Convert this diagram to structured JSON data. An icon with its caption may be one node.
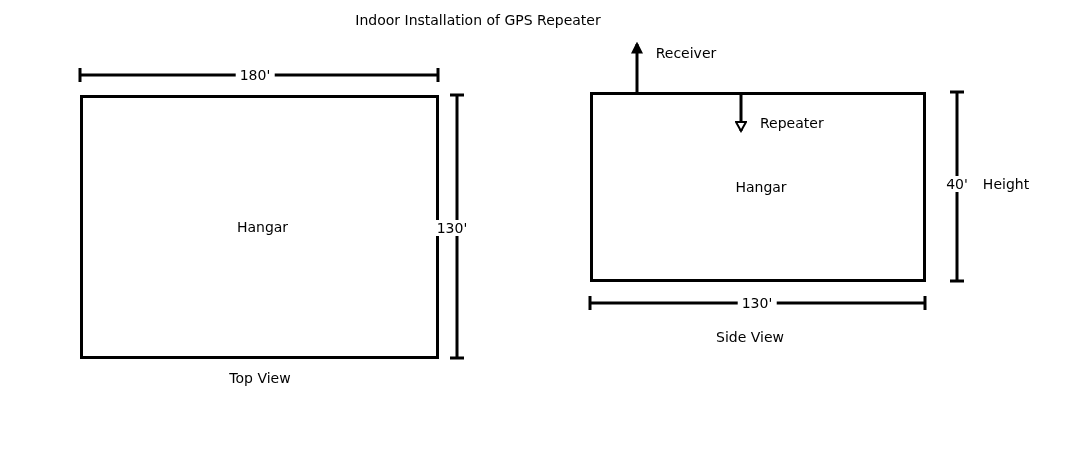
{
  "diagram": {
    "title": "Indoor Installation of GPS Repeater",
    "nodes": [
      {
        "text": [
          "Hangar"
        ],
        "beside": [
          "Top View"
        ]
      },
      {
        "text": [
          "Hangar"
        ],
        "beside": [
          "Side View"
        ]
      },
      {
        "text": [
          "Repeater"
        ],
        "in": 1
      }
    ],
    "edges": [
      {
        "from": 1,
        "to": null,
        "arrow": "to"
      },
      {
        "from": 1,
        "to": 2,
        "arrow": "to"
      }
    ],
    "labels": [
      "Receiver",
      "180'",
      "40'",
      "Height",
      "130'",
      "130'"
    ]
  }
}
